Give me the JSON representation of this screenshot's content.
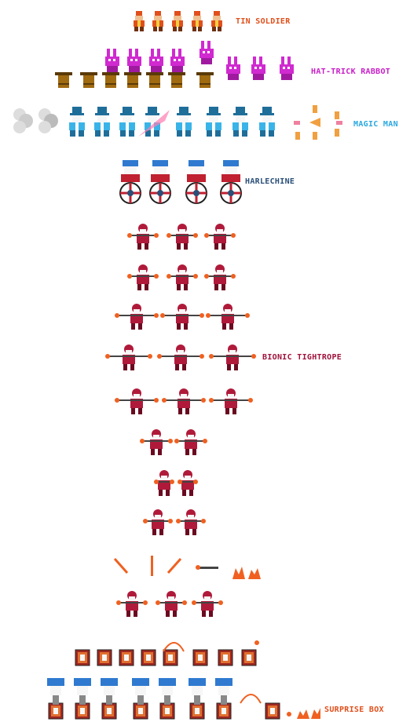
{
  "labels": {
    "tin_soldier": "TIN SOLDIER",
    "hat_trick_rabbot": "HAT-TRICK RABBOT",
    "magic_man": "MAGIC MAN",
    "harlechine": "HARLECHINE",
    "bionic_tightrope": "BIONIC TIGHTROPE",
    "surprise_box": "SURPRISE BOX"
  },
  "colors": {
    "tin_soldier": "#e0501c",
    "hat_trick_rabbot": "#c81ec8",
    "magic_man": "#2aa8e0",
    "harlechine": "#2a4f78",
    "bionic_tightrope": "#a0123c",
    "surprise_box": "#e0501c",
    "rabbot_pink": "#d02ad0",
    "hat_brown": "#a06a10",
    "magic_blue": "#3ab4e8",
    "tightrope_red": "#b01a3a",
    "flame_orange": "#f06020",
    "box_red": "#a02820",
    "jester_blue": "#2f7ad0"
  }
}
